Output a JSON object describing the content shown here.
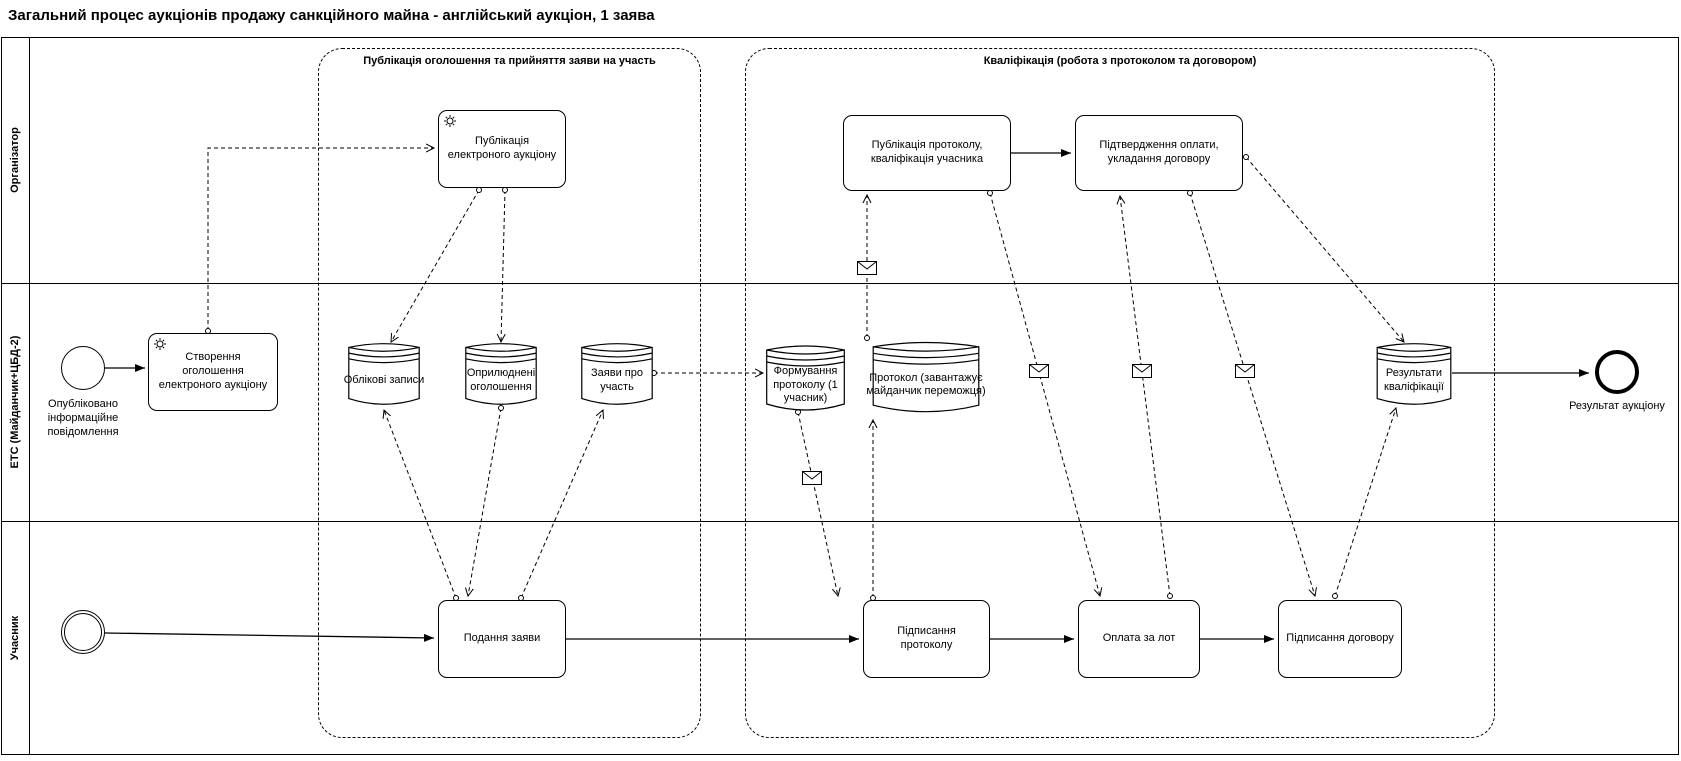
{
  "title": "Загальний процес аукціонів продажу санкційного майна - англійський аукціон, 1 заява",
  "lanes": {
    "organizer": "Організатор",
    "ets": "ЕТС (Майданчик+ЦБД-2)",
    "participant": "Учасник"
  },
  "groups": {
    "publication": "Публікація оголошення та прийняття заяви на участь",
    "qualification": "Кваліфікація (робота з протоколом та договором)"
  },
  "events": {
    "start_published": "Опубліковано інформаційне повідомлення",
    "end_result": "Результат аукціону"
  },
  "tasks": {
    "create_announcement": "Створення оголошення електроного аукціону",
    "publish_auction": "Публікація електроного аукціону",
    "submit_application": "Подання заяви",
    "publish_protocol": "Публікація протоколу, кваліфікація учасника",
    "confirm_payment": "Підтвердження оплати, укладання договору",
    "sign_protocol": "Підписання протоколу",
    "pay_lot": "Оплата за лот",
    "sign_contract": "Підписання договору"
  },
  "datastores": {
    "accounts": "Облікові записи",
    "announcements": "Оприлюднені оголошення",
    "applications": "Заяви про участь",
    "protocol_forming": "Формування протоколу (1 учасник)",
    "protocol_upload": "Протокол (завантажує майданчик переможця)",
    "qualification_results": "Результати кваліфікації"
  },
  "icons": {
    "service_task": "gear-icon",
    "message": "envelope-icon"
  },
  "colors": {
    "stroke": "#000000",
    "background": "#ffffff"
  }
}
